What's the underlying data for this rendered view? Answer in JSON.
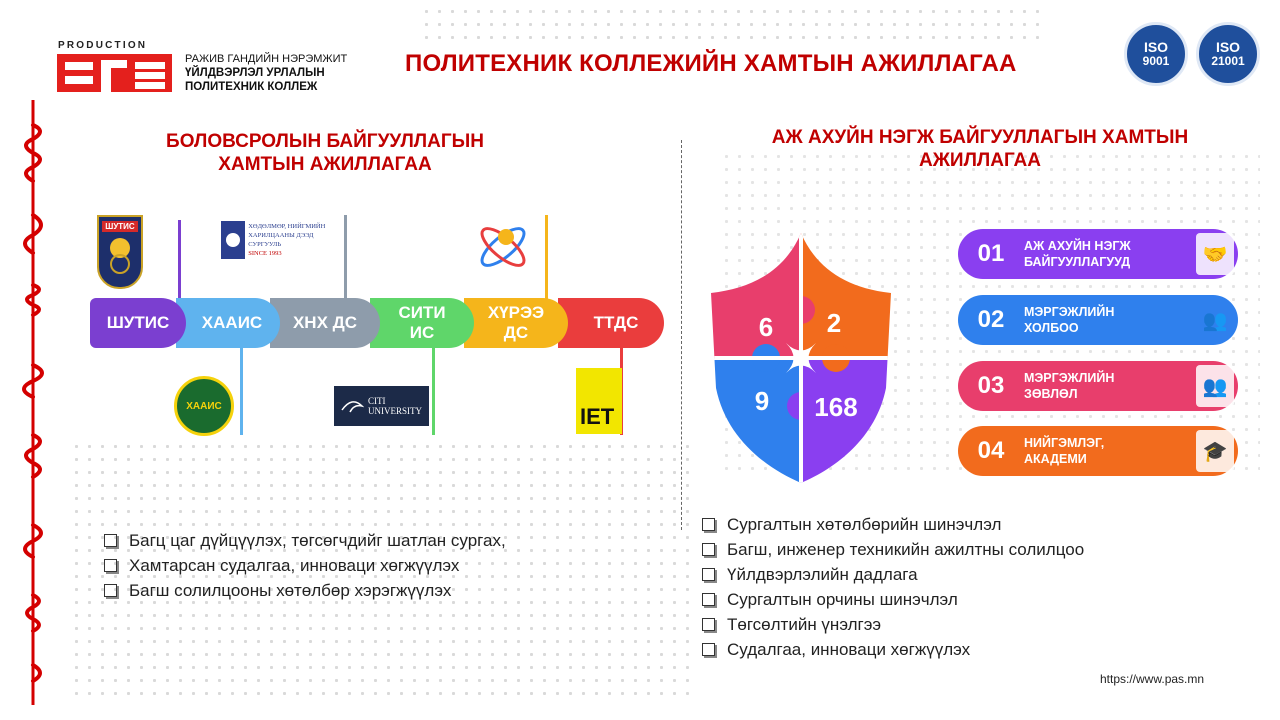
{
  "header": {
    "logo_production": "PRODUCTION",
    "logo_lines": [
      "РАЖИВ ГАНДИЙН НЭРЭМЖИТ",
      "ҮЙЛДВЭРЛЭЛ УРЛАЛЫН",
      "ПОЛИТЕХНИК КОЛЛЕЖ"
    ],
    "title": "ПОЛИТЕХНИК КОЛЛЕЖИЙН ХАМТЫН АЖИЛЛАГАА",
    "iso_badges": [
      {
        "label": "ISO",
        "number": "9001"
      },
      {
        "label": "ISO",
        "number": "21001"
      }
    ]
  },
  "left": {
    "heading_line1": "БОЛОВСРОЛЫН БАЙГУУЛЛАГЫН",
    "heading_line2": "ХАМТЫН АЖИЛЛАГАА",
    "partners": [
      {
        "label": "ШУТИС",
        "color": "#7b3fd0"
      },
      {
        "label": "ХААИС",
        "color": "#5fb3ee"
      },
      {
        "label": "ХНХ ДС",
        "color": "#8e9cab"
      },
      {
        "label": "СИТИ ИС",
        "color": "#5fd66a"
      },
      {
        "label": "ХҮРЭЭ ДС",
        "color": "#f5b51b"
      },
      {
        "label": "ТТДС",
        "color": "#ea3d3d"
      }
    ],
    "logo_texts": {
      "shutis": "ШУТИС",
      "hnh_line1": "ХӨДӨЛМӨР, НИЙГМИЙН",
      "hnh_line2": "ХАРИЛЦААНЫ ДЭЭД СУРГУУЛЬ",
      "hnh_line3": "SINCE 1993",
      "haais": "ХААИС",
      "citi_line1": "CITI",
      "citi_line2": "UNIVERSITY",
      "iet": "IET"
    },
    "bullets": [
      "Багц цаг дүйцүүлэх, төгсөгчдийг шатлан сургах,",
      "Хамтарсан судалгаа, инноваци хөгжүүлэх",
      "Багш солилцооны хөтөлбөр хэрэгжүүлэх"
    ]
  },
  "right": {
    "heading_line1": "АЖ АХУЙН НЭГЖ БАЙГУУЛЛАГЫН ХАМТЫН",
    "heading_line2": "АЖИЛЛАГАА",
    "puzzle_numbers": [
      "6",
      "2",
      "9",
      "168"
    ],
    "puzzle_colors": [
      "#e83e6c",
      "#f26b1d",
      "#2f80ed",
      "#8a3ff0"
    ],
    "items": [
      {
        "num": "01",
        "label_line1": "АЖ АХУЙН НЭГЖ",
        "label_line2": "БАЙГУУЛЛАГУУД",
        "color": "#8a3ff0",
        "icon": "handshake-icon"
      },
      {
        "num": "02",
        "label_line1": "МЭРГЭЖЛИЙН",
        "label_line2": "ХОЛБОО",
        "color": "#2f80ed",
        "icon": "people-icon"
      },
      {
        "num": "03",
        "label_line1": "МЭРГЭЖЛИЙН",
        "label_line2": "ЗӨВЛӨЛ",
        "color": "#e83e6c",
        "icon": "meeting-icon"
      },
      {
        "num": "04",
        "label_line1": "НИЙГЭМЛЭГ,",
        "label_line2": "АКАДЕМИ",
        "color": "#f26b1d",
        "icon": "academy-icon"
      }
    ],
    "bullets": [
      "Сургалтын хөтөлбөрийн шинэчлэл",
      "Багш, инженер техникийн ажилтны солилцоо",
      "Үйлдвэрлэлийн дадлага",
      "Сургалтын орчины шинэчлэл",
      "Төгсөлтийн үнэлгээ",
      "Судалгаа, инноваци хөгжүүлэх"
    ]
  },
  "footer": {
    "url": "https://www.pas.mn"
  },
  "colors": {
    "accent_red": "#c00000"
  }
}
